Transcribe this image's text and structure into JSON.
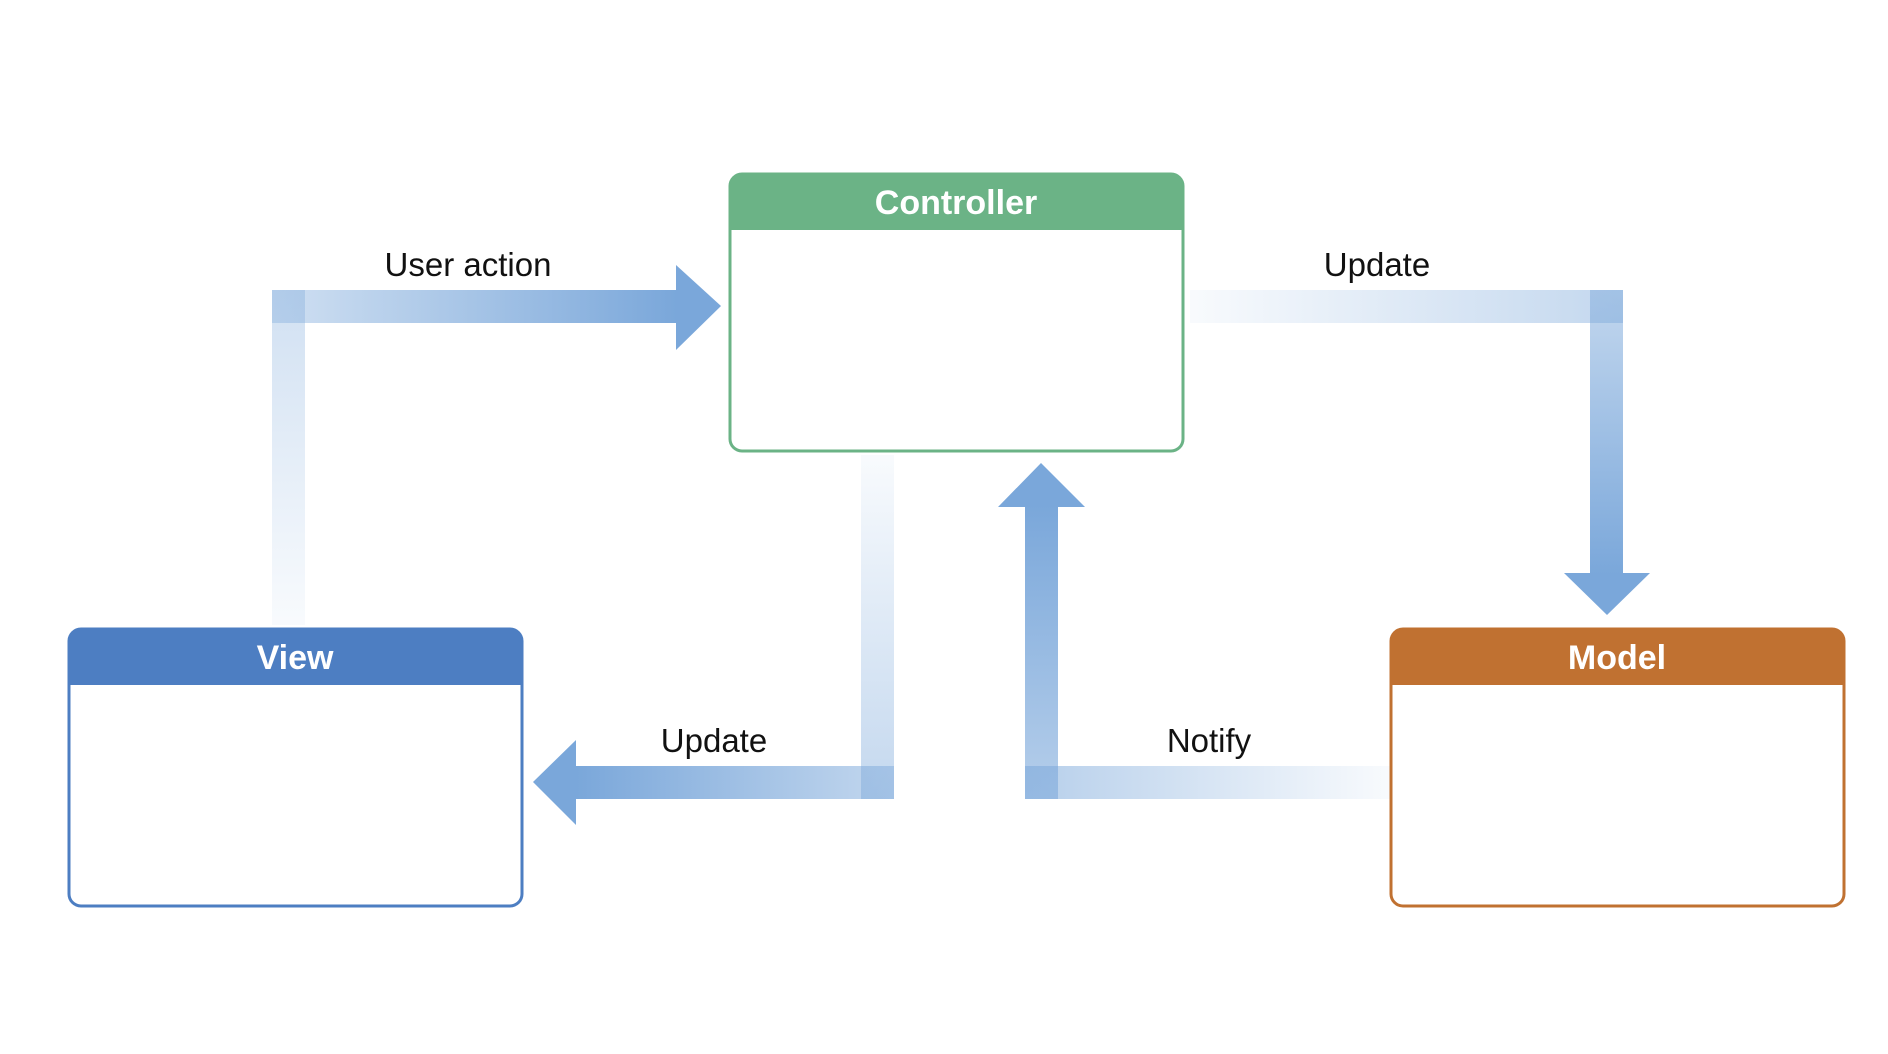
{
  "nodes": {
    "controller": {
      "title": "Controller",
      "color": "#6bb386"
    },
    "view": {
      "title": "View",
      "color": "#4d7ec2"
    },
    "model": {
      "title": "Model",
      "color": "#c07131"
    }
  },
  "edges": {
    "view_to_controller": {
      "label": "User action"
    },
    "controller_to_model": {
      "label": "Update"
    },
    "controller_to_view": {
      "label": "Update"
    },
    "model_to_controller": {
      "label": "Notify"
    }
  },
  "arrow_color": "#7aa7da"
}
